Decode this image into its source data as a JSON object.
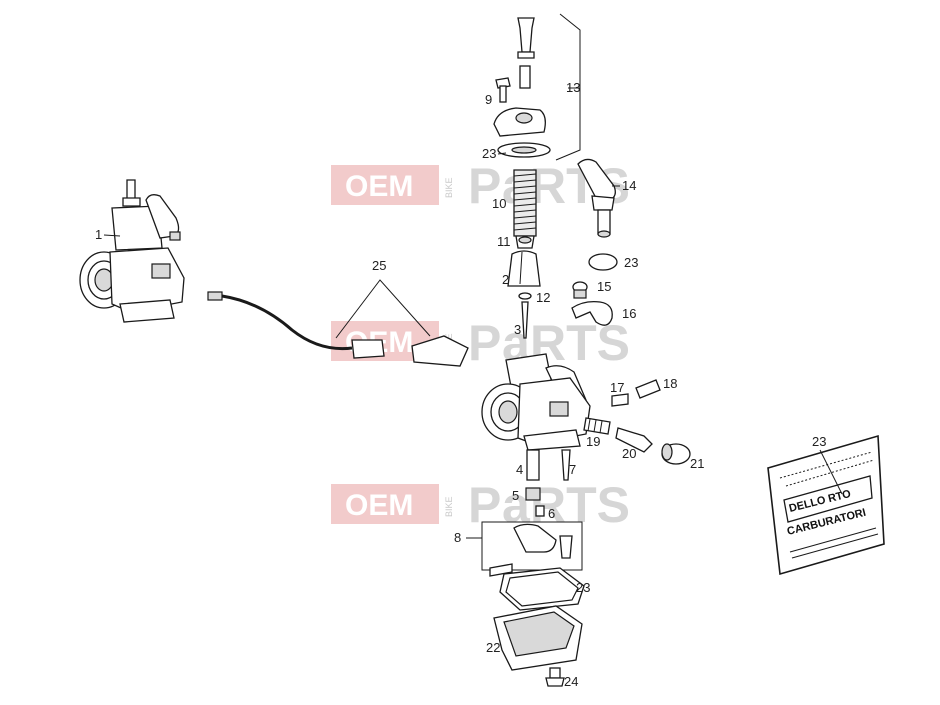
{
  "watermark": {
    "brand_main": "OEM",
    "brand_side": "BIKE",
    "brand_tail_a": "P",
    "brand_tail_b": "a",
    "brand_tail_c": "RTS"
  },
  "callouts": {
    "c1": "1",
    "c2": "2",
    "c3": "3",
    "c4": "4",
    "c5": "5",
    "c6": "6",
    "c7": "7",
    "c8": "8",
    "c9": "9",
    "c10": "10",
    "c11": "11",
    "c12": "12",
    "c13": "13",
    "c14": "14",
    "c15": "15",
    "c16": "16",
    "c17": "17",
    "c18": "18",
    "c19": "19",
    "c20": "20",
    "c21": "21",
    "c22": "22",
    "c23a": "23",
    "c23b": "23",
    "c23c": "23",
    "c23d": "23",
    "c24": "24",
    "c25": "25"
  },
  "packet": {
    "line1": "DELLO RTO",
    "line2": "CARBURATORI"
  },
  "colors": {
    "watermark_red": "#e8a1a1",
    "watermark_grey": "#c9c9c9",
    "ink": "#1a1a1a"
  }
}
